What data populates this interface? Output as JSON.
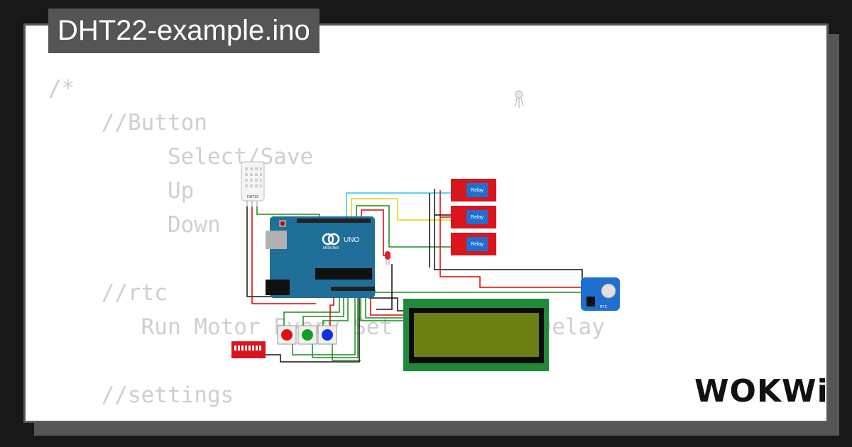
{
  "title": "DHT22-example.ino",
  "code_lines": [
    "/*",
    "    //Button",
    "         Select/Save",
    "         Up",
    "         Down",
    "",
    "    //rtc",
    "       Run Motor Every Set Time MotorDelay",
    "",
    "    //settings"
  ],
  "components": {
    "sensor_label": "DHT22",
    "arduino_brand": "ARDUINO",
    "arduino_model": "UNO",
    "relay_label": "Relay",
    "rtc_label": "RTC"
  },
  "logo": "WOKWi",
  "colors": {
    "background": "#181818",
    "card": "#ffffff",
    "tab": "#555555",
    "code": "#cfcfcf",
    "arduino": "#1f6f98",
    "relay": "#d9151e",
    "lcd_border": "#1f8a3a",
    "lcd_screen": "#6b7f12"
  }
}
